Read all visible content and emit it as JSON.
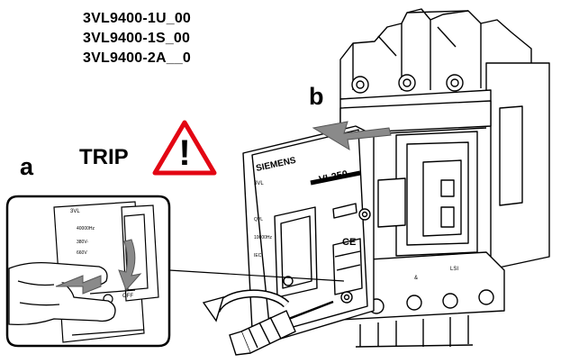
{
  "models": [
    "3VL9400-1U_00",
    "3VL9400-1S_00",
    "3VL9400-2A__0"
  ],
  "step_a": "a",
  "step_b": "b",
  "trip_label": "TRIP",
  "warning_mark": "!",
  "device": {
    "brand": "SIEMENS",
    "model": "VL250",
    "ce_mark": "CE"
  },
  "colors": {
    "warning_red": "#e30613",
    "arrow_gray": "#8a8a8a",
    "line": "#000000"
  }
}
